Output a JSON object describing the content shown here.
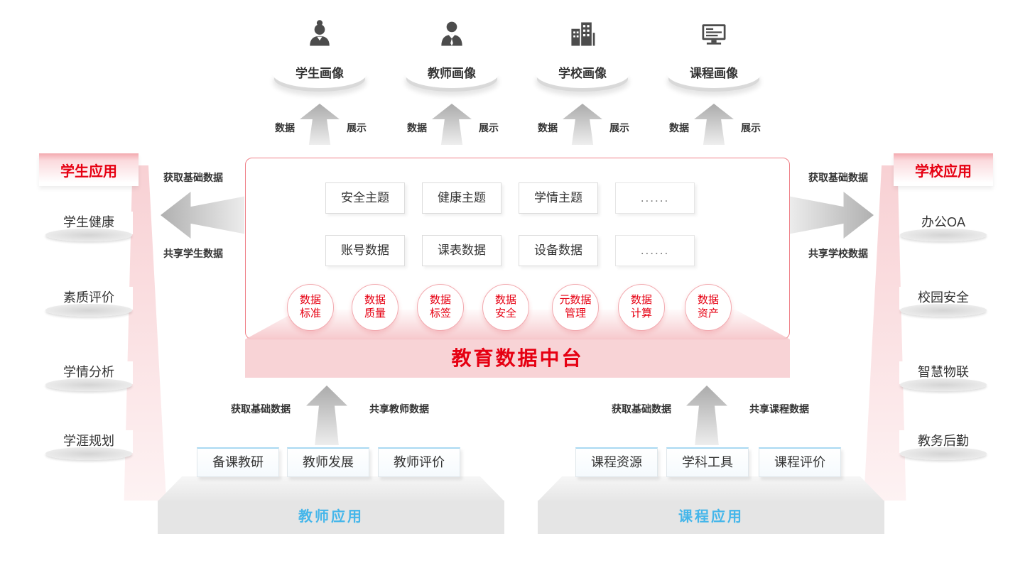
{
  "colors": {
    "red": "#e60012",
    "pink_banner": "#f8d3d6",
    "blue": "#45b6ea",
    "text": "#333333"
  },
  "top_profiles": [
    {
      "label": "学生画像",
      "icon": "student-icon",
      "left_label": "数据",
      "right_label": "展示"
    },
    {
      "label": "教师画像",
      "icon": "teacher-icon",
      "left_label": "数据",
      "right_label": "展示"
    },
    {
      "label": "学校画像",
      "icon": "school-icon",
      "left_label": "数据",
      "right_label": "展示"
    },
    {
      "label": "课程画像",
      "icon": "course-icon",
      "left_label": "数据",
      "right_label": "展示"
    }
  ],
  "center_platform": {
    "title": "教育数据中台",
    "theme_boxes": [
      "安全主题",
      "健康主题",
      "学情主题",
      "......"
    ],
    "data_boxes": [
      "账号数据",
      "课表数据",
      "设备数据",
      "......"
    ],
    "capability_circles": [
      {
        "line1": "数据",
        "line2": "标准"
      },
      {
        "line1": "数据",
        "line2": "质量"
      },
      {
        "line1": "数据",
        "line2": "标签"
      },
      {
        "line1": "数据",
        "line2": "安全"
      },
      {
        "line1": "元数据",
        "line2": "管理"
      },
      {
        "line1": "数据",
        "line2": "计算"
      },
      {
        "line1": "数据",
        "line2": "资产"
      }
    ]
  },
  "left_panel": {
    "title": "学生应用",
    "items": [
      "学生健康",
      "素质评价",
      "学情分析",
      "学涯规划"
    ],
    "get_label": "获取基础数据",
    "share_label": "共享学生数据"
  },
  "right_panel": {
    "title": "学校应用",
    "items": [
      "办公OA",
      "校园安全",
      "智慧物联",
      "教务后勤"
    ],
    "get_label": "获取基础数据",
    "share_label": "共享学校数据"
  },
  "teacher_section": {
    "title": "教师应用",
    "items": [
      "备课教研",
      "教师发展",
      "教师评价"
    ],
    "get_label": "获取基础数据",
    "share_label": "共享教师数据"
  },
  "course_section": {
    "title": "课程应用",
    "items": [
      "课程资源",
      "学科工具",
      "课程评价"
    ],
    "get_label": "获取基础数据",
    "share_label": "共享课程数据"
  }
}
